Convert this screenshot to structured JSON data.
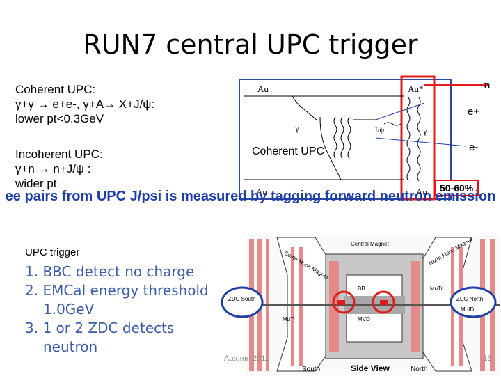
{
  "title": "RUN7 central UPC trigger",
  "coherent": {
    "l1": "Coherent UPC:",
    "l2": "γ+γ → e+e-, γ+A→ X+J/ψ:",
    "l3": "lower pt<0.3GeV"
  },
  "incoherent": {
    "l1": "Incoherent UPC:",
    "l2": "γ+n → n+J/ψ :",
    "l3": "wider pt"
  },
  "diagram": {
    "au_top_left": "Au",
    "au_top_right": "Au*",
    "au_bot_left": "Au",
    "au_bot_right": "Au",
    "gamma1": "γ",
    "jpsi": "J/ψ",
    "gamma2": "γ",
    "coherent_upc": "Coherent UPC",
    "n": "n",
    "eplus": "e+",
    "eminus": "e-",
    "percent": "50-60%"
  },
  "subtitle": "ee pairs from UPC J/psi is measured by tagging forward neutron emission",
  "trigger": {
    "label": "UPC trigger",
    "items": [
      {
        "num": "1.",
        "text": "BBC detect no charge"
      },
      {
        "num": "2.",
        "text": "EMCal energy threshold",
        "cont": "1.0GeV"
      },
      {
        "num": "3.",
        "text": "1 or 2 ZDC detects",
        "cont": "neutron"
      }
    ]
  },
  "detector": {
    "south_muon": "South Muon Magnet",
    "central": "Central Magnet",
    "north_muon": "North Muon Magnet",
    "zdc_south": "ZDC South",
    "zdc_north": "ZDC North",
    "bb": "BB",
    "mvd": "MVD",
    "mutr": "MuTr",
    "mutr2": "MuTr",
    "muid": "MuID",
    "south": "South",
    "side_view": "Side View",
    "north": "North"
  },
  "footer": {
    "left": "Autumn 2011",
    "right": "13"
  },
  "colors": {
    "accent_red": "#e11b1b",
    "sub_blue": "#1f3fa8",
    "list_blue": "#3a5ba9"
  }
}
